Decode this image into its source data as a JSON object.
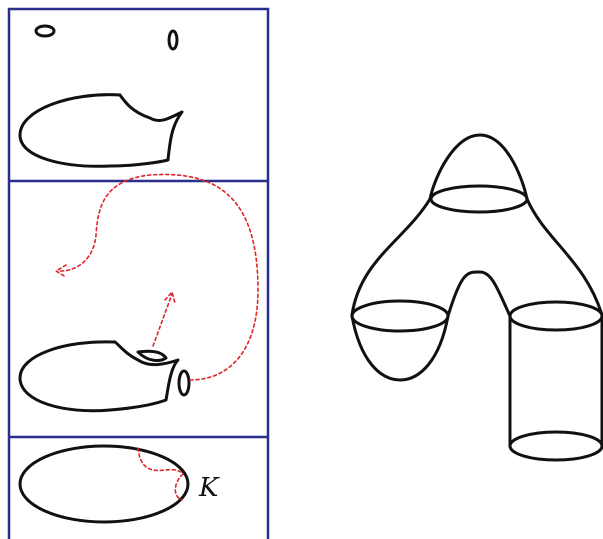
{
  "panels": [
    "top",
    "middle",
    "bottom"
  ],
  "labels": {
    "knot": "K"
  },
  "colors": {
    "frame": "#2a2f8c",
    "curve": "#111111",
    "path": "#e0242b"
  }
}
